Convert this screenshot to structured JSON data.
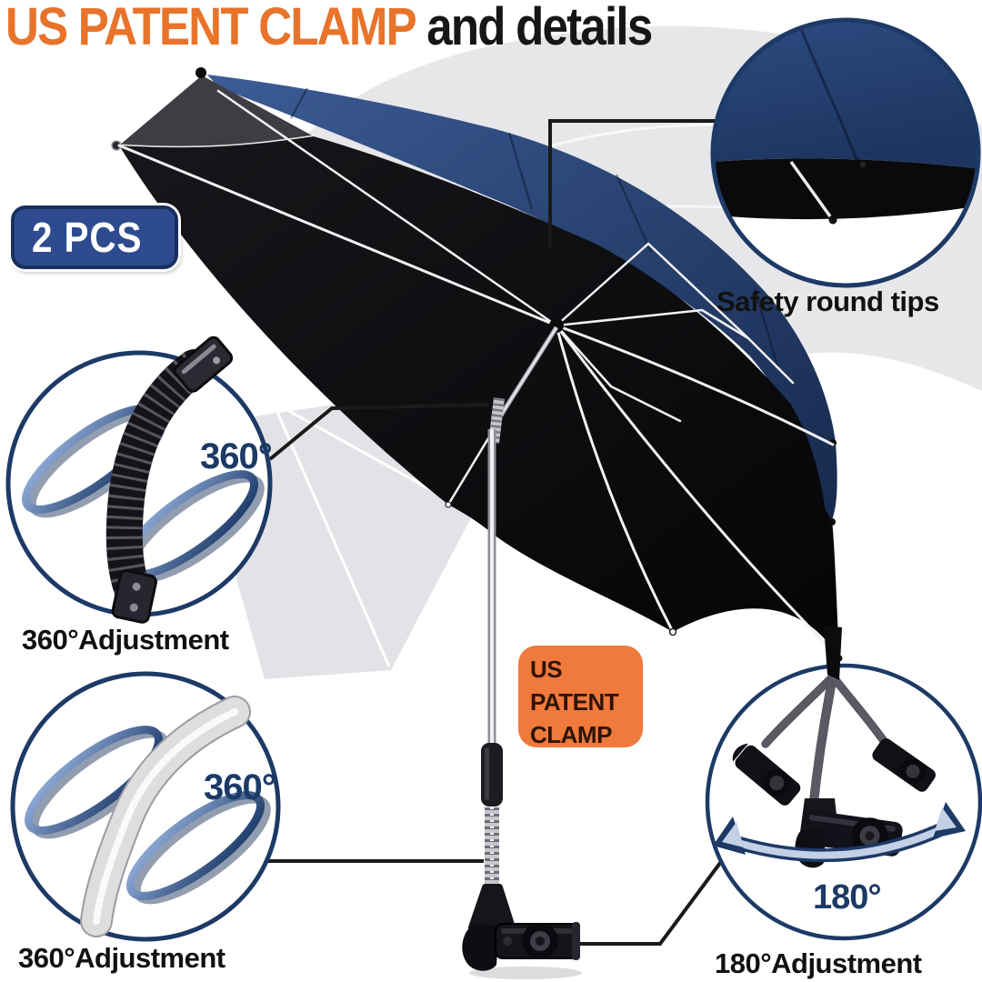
{
  "title": {
    "highlight": "US PATENT CLAMP",
    "rest": "and details"
  },
  "badges": {
    "pcs": "2 PCS",
    "patent": {
      "lines": [
        "US",
        "PATENT",
        "CLAMP"
      ]
    }
  },
  "callouts": {
    "safety_tip": {
      "label": "Safety round tips"
    },
    "flex_joint_upper": {
      "degree": "360°",
      "caption": "360°Adjustment"
    },
    "flex_joint_lower": {
      "degree": "360°",
      "caption": "360°Adjustment"
    },
    "clamp_rotation": {
      "degree": "180°",
      "caption": "180°Adjustment"
    }
  },
  "icons": {
    "rotation_swirl": "interlocked-ellipse-swirl",
    "rotation_arrow": "curved-double-headed-arrow"
  },
  "colors": {
    "accent-orange": "#e8732a",
    "accent-orange2": "#f0793c",
    "badge-navy": "#2d4b8e",
    "circle-border": "#1d3a66",
    "canopy-navy": "#2c4877",
    "canopy-black": "#0d0d10",
    "ghost-gray": "#e7e7ea",
    "text-navy": "#1c3a66"
  }
}
